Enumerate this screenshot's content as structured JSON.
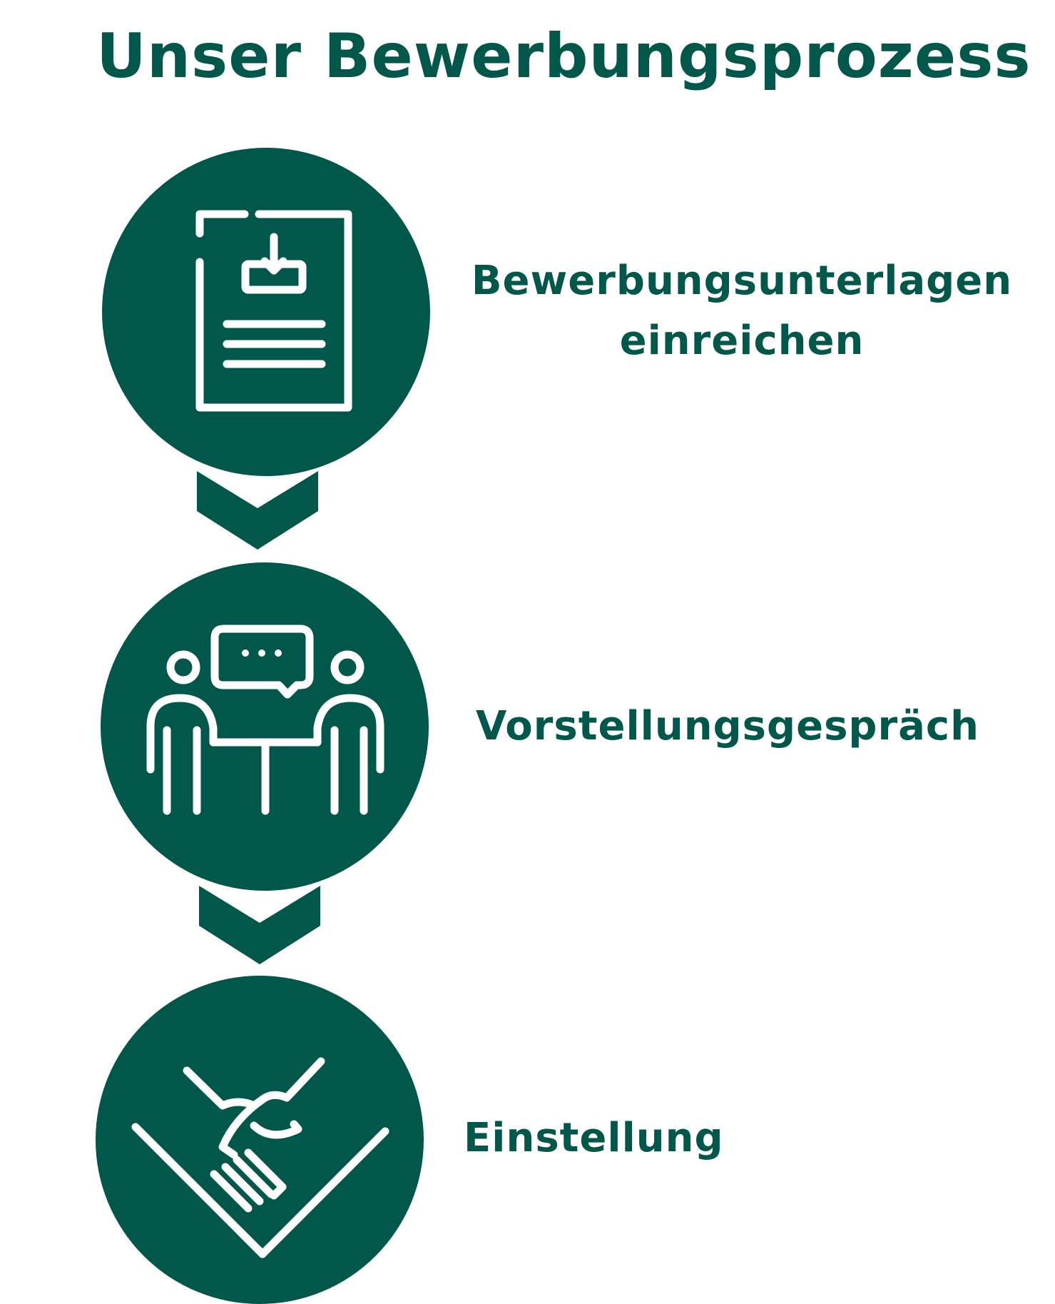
{
  "title": "Unser Bewerbungsprozess",
  "colors": {
    "primary": "#02574b",
    "icon": "#ffffff",
    "background": "#ffffff"
  },
  "steps": [
    {
      "icon": "document-download-icon",
      "label_line1": "Bewerbungsunterlagen",
      "label_line2": "einreichen"
    },
    {
      "icon": "interview-conversation-icon",
      "label": "Vorstellungsgespräch"
    },
    {
      "icon": "handshake-icon",
      "label": "Einstellung"
    }
  ]
}
